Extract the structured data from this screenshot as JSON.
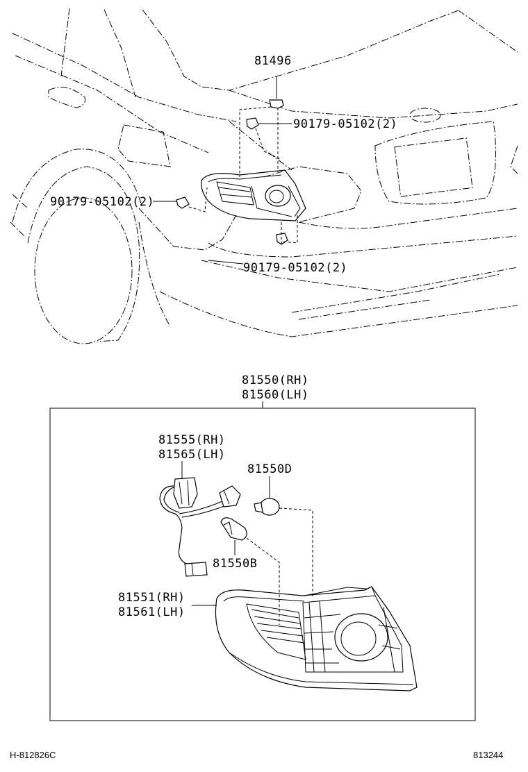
{
  "labels": {
    "clip_top": "81496",
    "screw_right": "90179-05102(2)",
    "screw_left": "90179-05102(2)",
    "screw_bottom": "90179-05102(2)",
    "assy_rh": "81550(RH)",
    "assy_lh": "81560(LH)",
    "socket_rh": "81555(RH)",
    "socket_lh": "81565(LH)",
    "bulb_d": "81550D",
    "bulb_b": "81550B",
    "lens_rh": "81551(RH)",
    "lens_lh": "81561(LH)"
  },
  "footer": {
    "left_code": "H-812826C",
    "right_code": "813244"
  }
}
